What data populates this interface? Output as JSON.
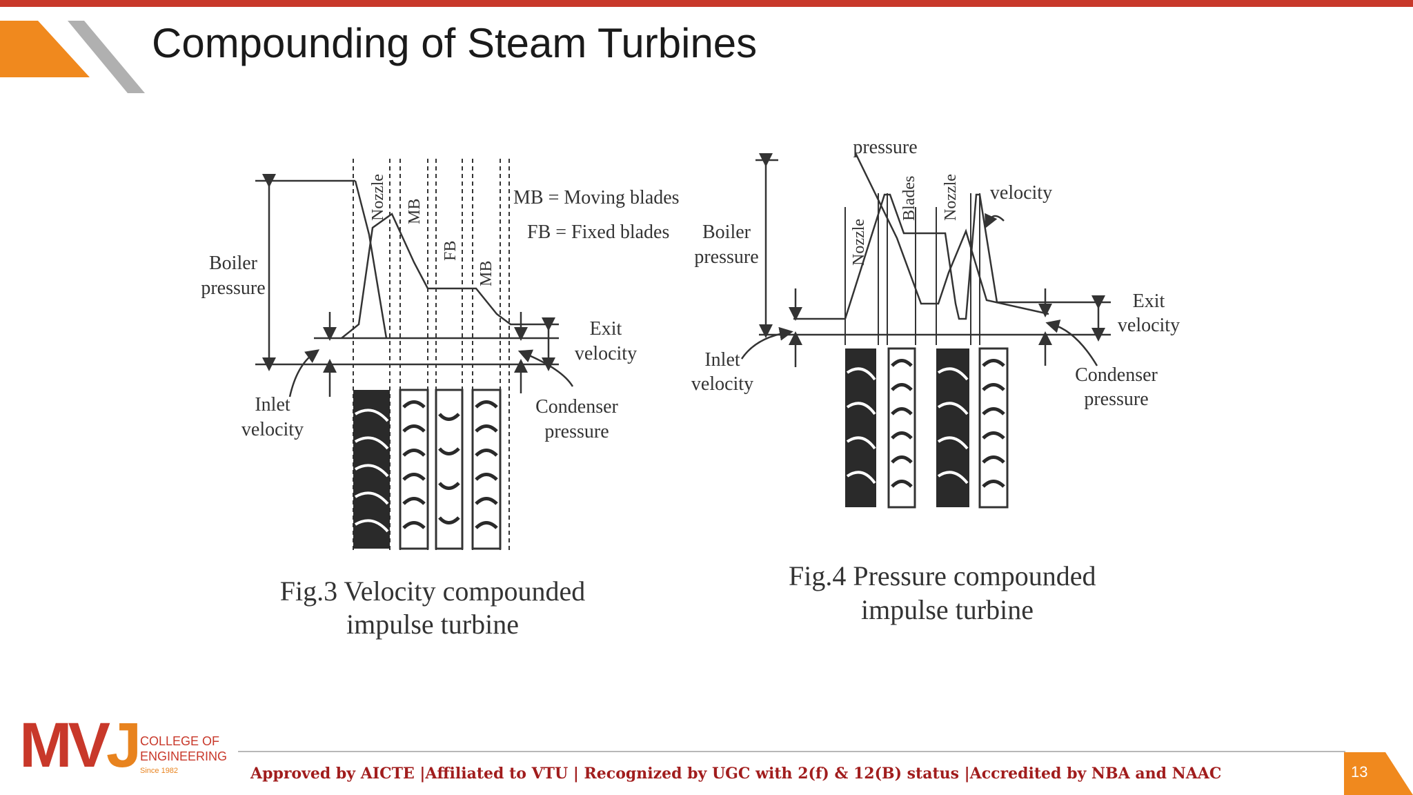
{
  "slide": {
    "title": "Compounding of Steam Turbines",
    "page_number": "13"
  },
  "footer": {
    "accreditation": "Approved by AICTE |Affiliated to VTU | Recognized by UGC with 2(f) & 12(B) status |Accredited by NBA and NAAC"
  },
  "logo": {
    "mark_m": "M",
    "mark_v": "V",
    "mark_j": "J",
    "line1": "COLLEGE OF",
    "line2": "ENGINEERING",
    "since": "Since 1982"
  },
  "fig3": {
    "legend_mb": "MB = Moving blades",
    "legend_fb": "FB = Fixed blades",
    "boiler_line1": "Boiler",
    "boiler_line2": "pressure",
    "exit_line1": "Exit",
    "exit_line2": "velocity",
    "inlet_line1": "Inlet",
    "inlet_line2": "velocity",
    "condenser_line1": "Condenser",
    "condenser_line2": "pressure",
    "nozzle": "Nozzle",
    "mb1": "MB",
    "fb": "FB",
    "mb2": "MB",
    "caption_line1": "Fig.3 Velocity compounded",
    "caption_line2": "impulse turbine"
  },
  "fig4": {
    "pressure_top": "pressure",
    "velocity": "velocity",
    "boiler_line1": "Boiler",
    "boiler_line2": "pressure",
    "exit_line1": "Exit",
    "exit_line2": "velocity",
    "inlet_line1": "Inlet",
    "inlet_line2": "velocity",
    "condenser_line1": "Condenser",
    "condenser_line2": "pressure",
    "nozzle1": "Nozzle",
    "blades": "Blades",
    "nozzle2": "Nozzle",
    "caption_line1": "Fig.4  Pressure compounded",
    "caption_line2": "impulse turbine"
  },
  "colors": {
    "accent_red": "#c8382a",
    "accent_orange": "#f0891e",
    "accent_gray": "#b0b0b0",
    "footer_text": "#a11d1d"
  }
}
